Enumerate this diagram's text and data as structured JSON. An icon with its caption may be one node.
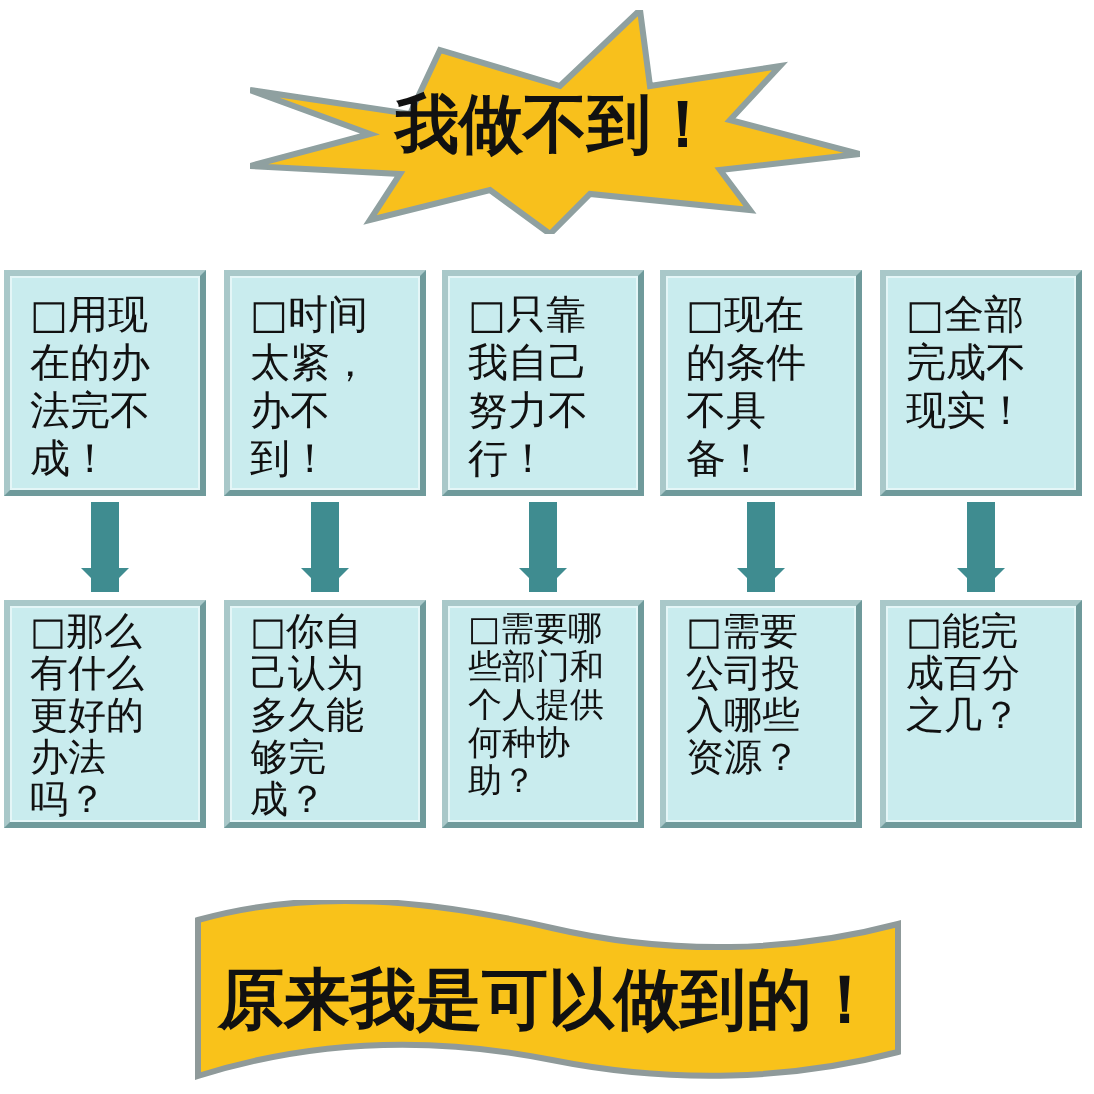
{
  "diagram": {
    "nodes": [
      {
        "text": [
          "我做不到！"
        ]
      },
      {
        "text": [
          "□用现在的办法完不成！"
        ]
      },
      {
        "text": [
          "□时间太紧，办不到！"
        ]
      },
      {
        "text": [
          "□只靠我自己努力不行！"
        ]
      },
      {
        "text": [
          "□现在的条件不具备！"
        ]
      },
      {
        "text": [
          "□全部完成不现实！"
        ]
      },
      {
        "text": [
          "□那么有什么更好的办法吗？"
        ]
      },
      {
        "text": [
          "□你自己认为多久能够完成？"
        ]
      },
      {
        "text": [
          "□需要哪些部门和个人提供何种协助？"
        ]
      },
      {
        "text": [
          "□需要公司投入哪些资源？"
        ]
      },
      {
        "text": [
          "□能完成百分之几？"
        ]
      },
      {
        "text": [
          "原来我是可以做到的！"
        ]
      }
    ],
    "edges": [
      {
        "from": 1,
        "to": 6,
        "arrow": "to"
      },
      {
        "from": 2,
        "to": 7,
        "arrow": "to"
      },
      {
        "from": 3,
        "to": 8,
        "arrow": "to"
      },
      {
        "from": 4,
        "to": 9,
        "arrow": "to"
      },
      {
        "from": 5,
        "to": 10,
        "arrow": "to"
      }
    ]
  }
}
